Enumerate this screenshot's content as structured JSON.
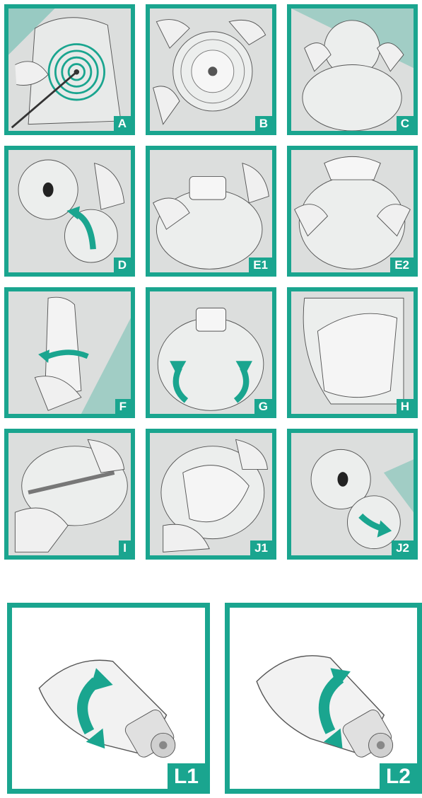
{
  "panels": {
    "A": "A",
    "B": "B",
    "C": "C",
    "D": "D",
    "E1": "E1",
    "E2": "E2",
    "F": "F",
    "G": "G",
    "H": "H",
    "I": "I",
    "J1": "J1",
    "J2": "J2",
    "L1": "L1",
    "L2": "L2"
  },
  "colors": {
    "accent": "#1aa58f",
    "panel_bg": "#dcdedd",
    "line": "#444444"
  }
}
